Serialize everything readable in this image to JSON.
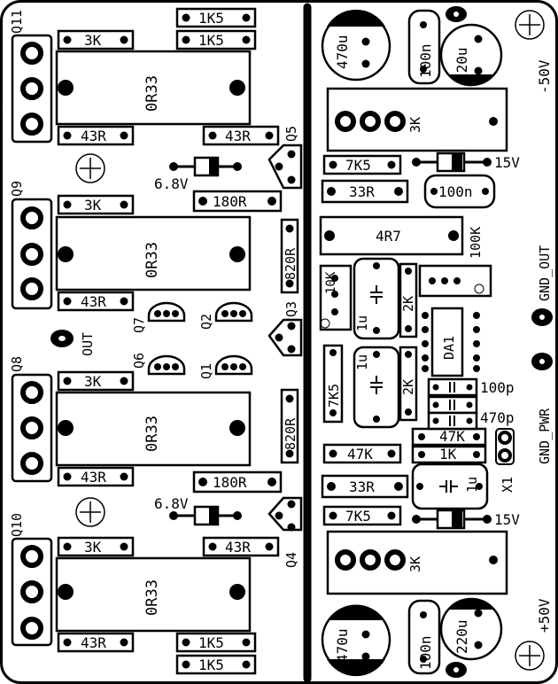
{
  "board": {
    "title": "",
    "ink": "#000000",
    "paper": "#ffffff"
  },
  "labels": {
    "q11": "Q11",
    "q9": "Q9",
    "q8": "Q8",
    "q10": "Q10",
    "q5": "Q5",
    "q3": "Q3",
    "q4": "Q4",
    "q7": "Q7",
    "q2": "Q2",
    "q6": "Q6",
    "q1": "Q1",
    "r3k": "3K",
    "r1k5": "1K5",
    "r0r33": "0R33",
    "r43r": "43R",
    "r180r": "180R",
    "r820r": "820R",
    "z68": "6.8V",
    "out": "OUT",
    "c470u": "470u",
    "c100n": "100n",
    "c220u": "220u",
    "m50v": "-50V",
    "p50v": "+50V",
    "p3k": "3K",
    "r7k5": "7K5",
    "z15": "15V",
    "r33r": "33R",
    "r4r7": "4R7",
    "r100k": "100K",
    "gndout": "GND_OUT",
    "r10k": "10K",
    "c1u": "1u",
    "r2k": "2K",
    "da1": "DA1",
    "c100p": "100p",
    "c470p": "470p",
    "r47k": "47K",
    "r1k": "1K",
    "x1": "X1",
    "gndpwr": "GND_PWR"
  }
}
